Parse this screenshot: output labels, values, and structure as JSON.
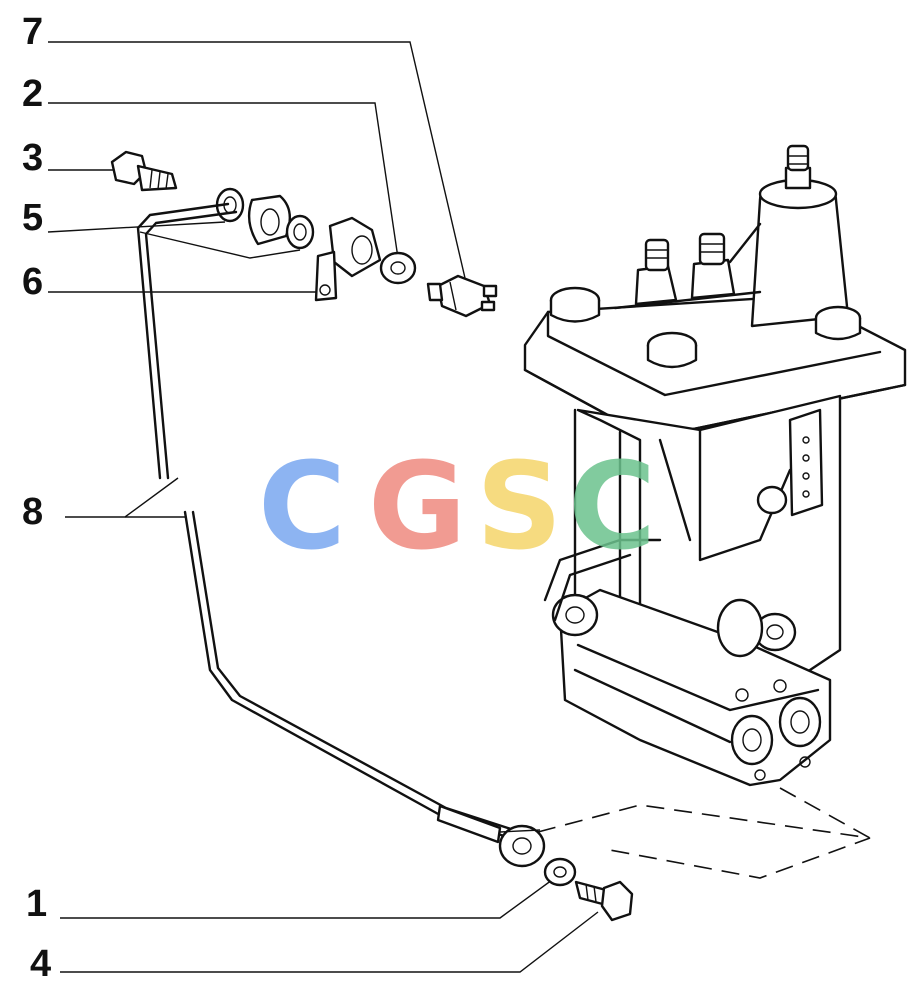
{
  "callouts": [
    {
      "id": "7",
      "label": "7"
    },
    {
      "id": "2",
      "label": "2"
    },
    {
      "id": "3",
      "label": "3"
    },
    {
      "id": "5",
      "label": "5"
    },
    {
      "id": "6",
      "label": "6"
    },
    {
      "id": "8",
      "label": "8"
    },
    {
      "id": "1",
      "label": "1"
    },
    {
      "id": "4",
      "label": "4"
    }
  ],
  "watermark": {
    "letters": [
      "C",
      "G",
      "S",
      "C"
    ],
    "colors": [
      "#7aa7f0",
      "#ef8a80",
      "#f5d56a",
      "#6cc38e"
    ]
  },
  "colors": {
    "ink": "#111111",
    "background": "#ffffff"
  }
}
